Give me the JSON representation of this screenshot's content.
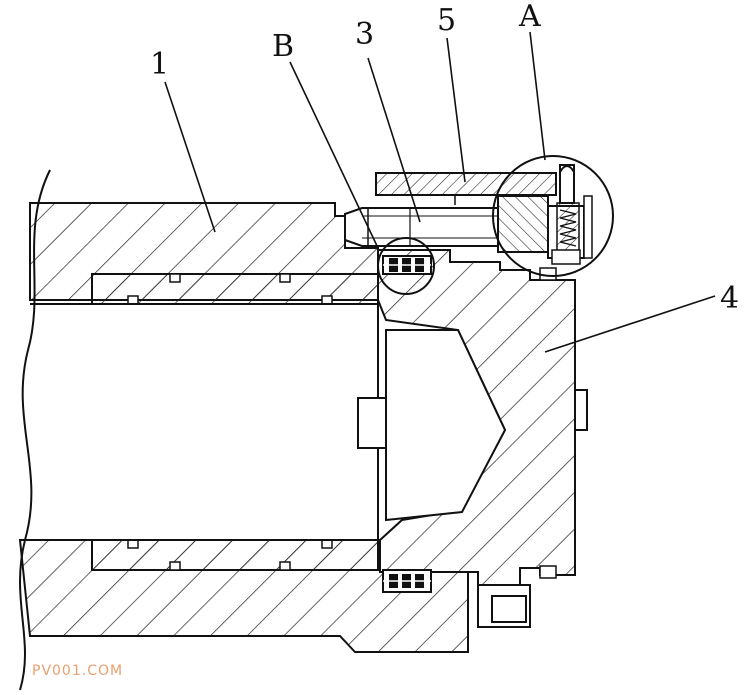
{
  "labels": {
    "part_1": "1",
    "part_b": "B",
    "part_3": "3",
    "part_5": "5",
    "part_a": "A",
    "part_4": "4"
  },
  "watermark": "PV001.COM",
  "colors": {
    "line": "#111111",
    "hatch": "#222222",
    "background": "#ffffff",
    "watermark": "#e8a070"
  }
}
